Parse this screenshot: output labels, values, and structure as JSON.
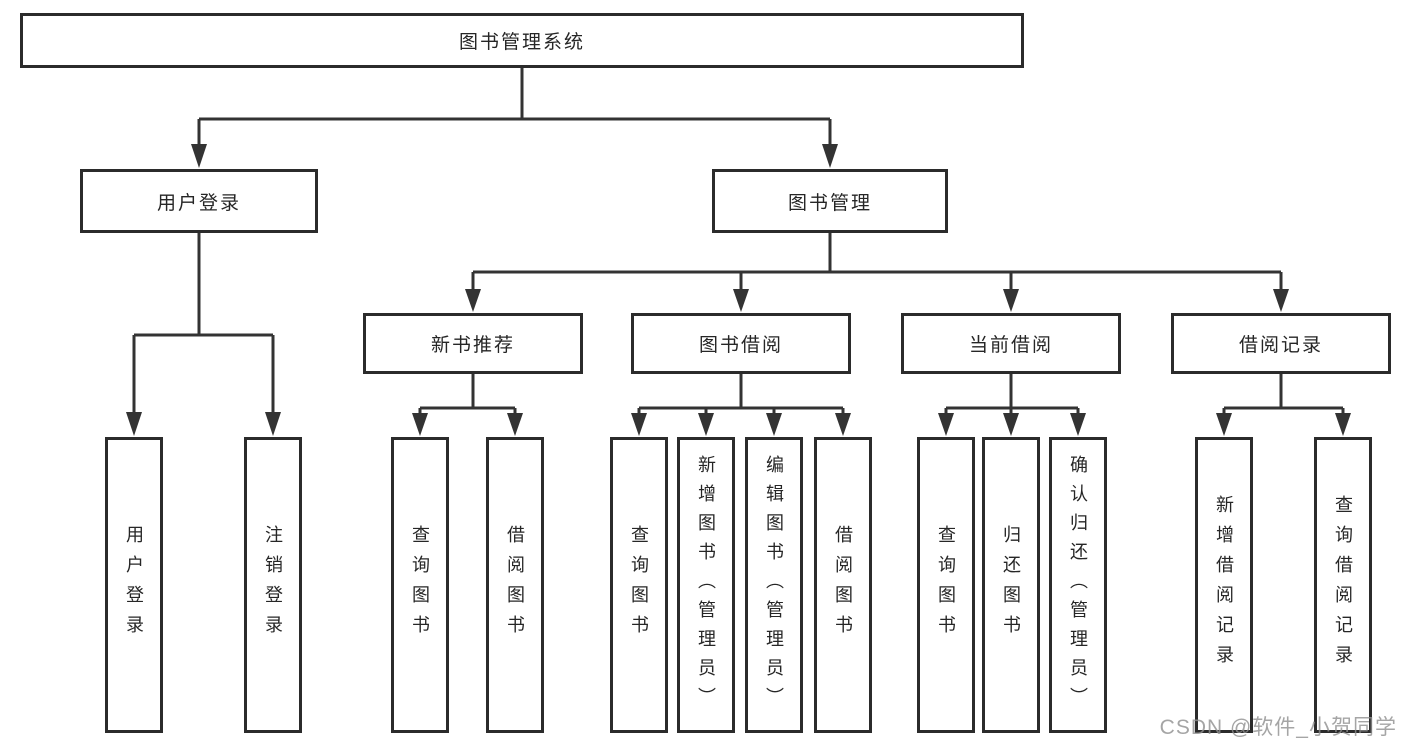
{
  "diagram": {
    "root": {
      "label": "图书管理系统"
    },
    "branches": [
      {
        "label": "用户登录",
        "children": [
          {
            "label": "用户登录"
          },
          {
            "label": "注销登录"
          }
        ]
      },
      {
        "label": "图书管理",
        "children": [
          {
            "label": "新书推荐",
            "children": [
              {
                "label": "查询图书"
              },
              {
                "label": "借阅图书"
              }
            ]
          },
          {
            "label": "图书借阅",
            "children": [
              {
                "label": "查询图书"
              },
              {
                "label": "新增图书（管理员）"
              },
              {
                "label": "编辑图书（管理员）"
              },
              {
                "label": "借阅图书"
              }
            ]
          },
          {
            "label": "当前借阅",
            "children": [
              {
                "label": "查询图书"
              },
              {
                "label": "归还图书"
              },
              {
                "label": "确认归还（管理员）"
              }
            ]
          },
          {
            "label": "借阅记录",
            "children": [
              {
                "label": "新增借阅记录"
              },
              {
                "label": "查询借阅记录"
              }
            ]
          }
        ]
      }
    ]
  },
  "watermark": "CSDN @软件_小贺同学",
  "colors": {
    "line": "#333333",
    "box_border": "#2b2b2b",
    "box_fill": "#ffffff",
    "text": "#262626",
    "watermark": "#8f8f8f",
    "background": "#ffffff"
  }
}
